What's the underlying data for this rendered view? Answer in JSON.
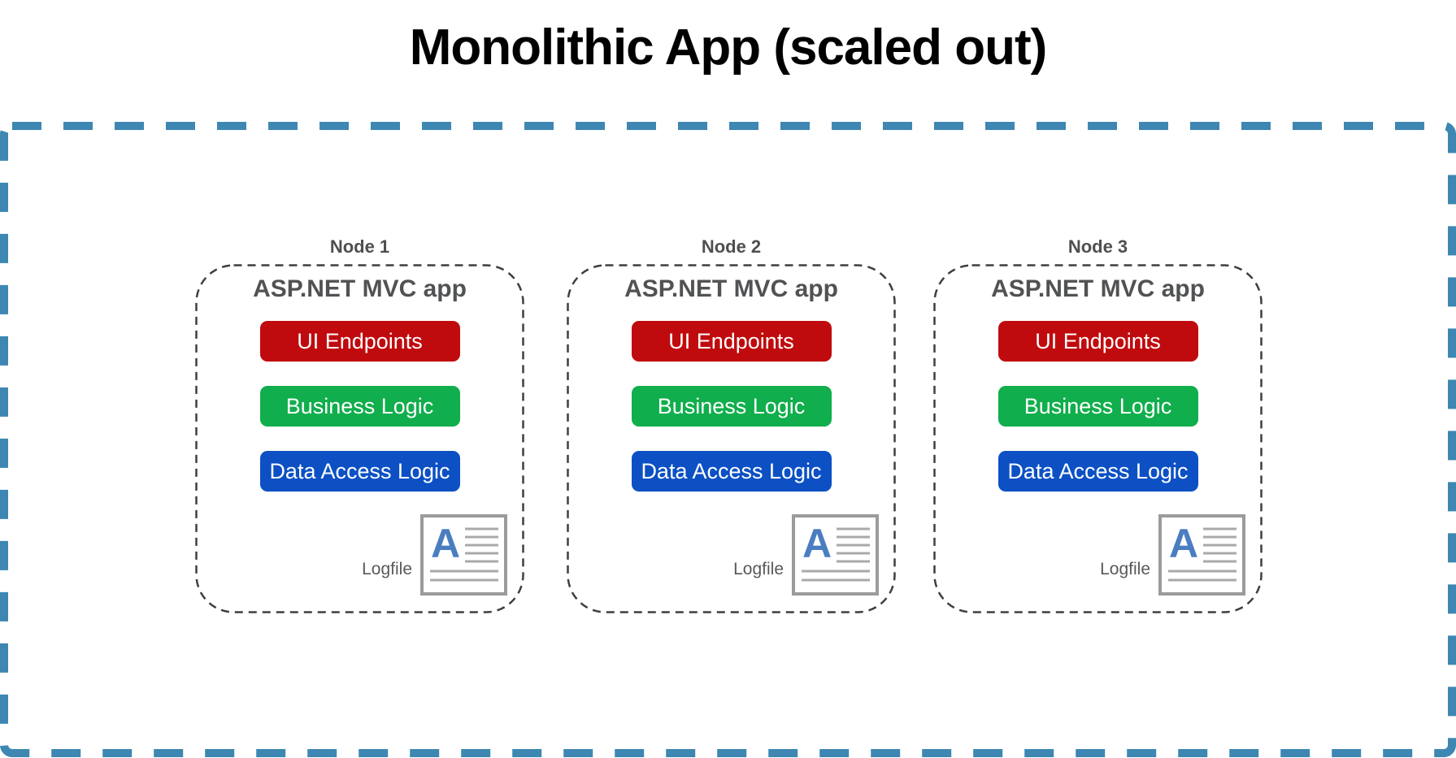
{
  "title": "Monolithic App (scaled out)",
  "boundary": {
    "style": "thick-dashed",
    "color": "#3d87b2"
  },
  "colors": {
    "ui_endpoints": "#c00b0e",
    "business_logic": "#10ae4c",
    "data_access_logic": "#0c50c4",
    "node_border": "#3f3f3f",
    "heading_gray": "#515254"
  },
  "nodes": [
    {
      "label": "Node 1",
      "app_title": "ASP.NET MVC app",
      "layers": [
        {
          "name": "UI Endpoints",
          "color": "#c00b0e"
        },
        {
          "name": "Business Logic",
          "color": "#10ae4c"
        },
        {
          "name": "Data Access Logic",
          "color": "#0c50c4"
        }
      ],
      "logfile": {
        "label": "Logfile",
        "icon": "text-document-icon"
      }
    },
    {
      "label": "Node 2",
      "app_title": "ASP.NET MVC app",
      "layers": [
        {
          "name": "UI Endpoints",
          "color": "#c00b0e"
        },
        {
          "name": "Business Logic",
          "color": "#10ae4c"
        },
        {
          "name": "Data Access Logic",
          "color": "#0c50c4"
        }
      ],
      "logfile": {
        "label": "Logfile",
        "icon": "text-document-icon"
      }
    },
    {
      "label": "Node 3",
      "app_title": "ASP.NET MVC app",
      "layers": [
        {
          "name": "UI Endpoints",
          "color": "#c00b0e"
        },
        {
          "name": "Business Logic",
          "color": "#10ae4c"
        },
        {
          "name": "Data Access Logic",
          "color": "#0c50c4"
        }
      ],
      "logfile": {
        "label": "Logfile",
        "icon": "text-document-icon"
      }
    }
  ]
}
